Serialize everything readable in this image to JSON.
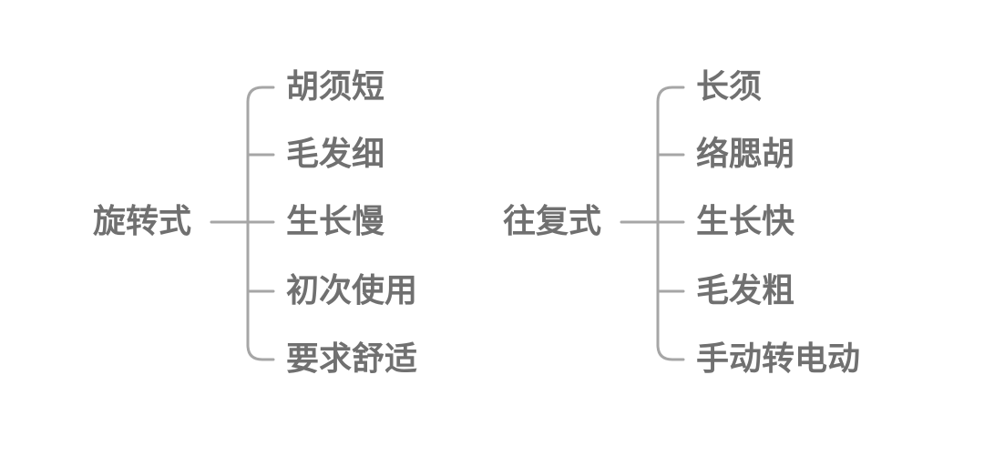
{
  "diagram": {
    "trees": [
      {
        "root": "旋转式",
        "children": [
          "胡须短",
          "毛发细",
          "生长慢",
          "初次使用",
          "要求舒适"
        ]
      },
      {
        "root": "往复式",
        "children": [
          "长须",
          "络腮胡",
          "生长快",
          "毛发粗",
          "手动转电动"
        ]
      }
    ],
    "colors": {
      "text": "#707070",
      "connector": "#a6a6a6",
      "background": "#ffffff"
    }
  }
}
